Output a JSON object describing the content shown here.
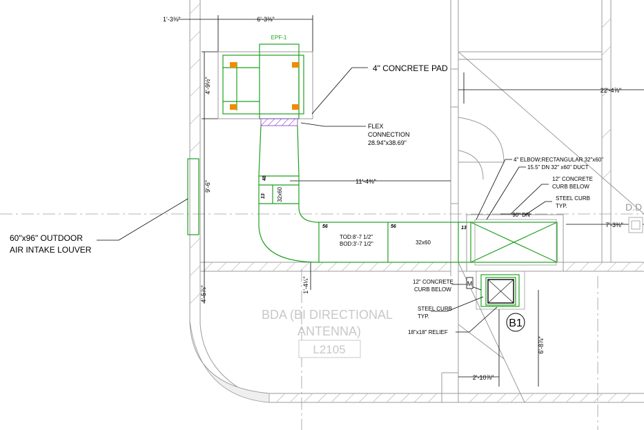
{
  "colors": {
    "duct": "#1ea01e",
    "wall": "#9a9a9a",
    "text": "#000000",
    "room_label": "#c8c8c8",
    "equipment_orange": "#f08c00",
    "flex": "#9b59d0"
  },
  "dimensions": {
    "top_left": "1'-3⅜\"",
    "top_width": "6'-3⅜\"",
    "left_vertical_upper": "4'-9½\"",
    "left_vertical_middle": "9'-6\"",
    "left_vertical_lower": "4'-5⅞\"",
    "duct_horizontal": "11'-4⅜\"",
    "right_upper": "22'-4⅞\"",
    "right_middle": "7'-3⅜\"",
    "lower_center": "1'-4¼\"",
    "bottom_right": "2'-10⅞\"",
    "right_vertical": "6'-8⅞\""
  },
  "equipment": {
    "tag": "EPF-1"
  },
  "labels": {
    "concrete_pad": "4\" CONCRETE PAD",
    "flex_line1": "FLEX",
    "flex_line2": "CONNECTION",
    "flex_line3": "28.94\"x38.69\"",
    "louver_line1": "60\"x96\" OUTDOOR",
    "louver_line2": "AIR INTAKE LOUVER",
    "elbow_line1": "4\" ELBOW;RECTANGULAR 32\"x60\"",
    "elbow_line2": "15.5\" DN 32\" x60\" DUCT",
    "curb_right_line1": "12\" CONCRETE",
    "curb_right_line2": "CURB BELOW",
    "steel_curb_right_line1": "STEEL CURB",
    "steel_curb_right_line2": "TYP.",
    "dn_90": "90\" DN",
    "curb_lower_line1": "12\" CONCRETE",
    "curb_lower_line2": "CURB BELOW",
    "steel_curb_lower_line1": "STEEL CURB",
    "steel_curb_lower_line2": "TYP.",
    "relief": "18\"x18\" RELIEF",
    "dd": "D.D"
  },
  "duct_labels": {
    "size_32x60_vertical": "32x60",
    "num_48": "48",
    "num_13_left": "13",
    "num_56_a": "56",
    "tod": "TOD:8'-7 1/2\"",
    "bod": "BOD:3'-7 1/2\"",
    "num_56_b": "56",
    "size_32x60_horizontal": "32x60",
    "num_13_right": "13"
  },
  "room": {
    "name_line1": "BDA (BI DIRECTIONAL",
    "name_line2": "ANTENNA)",
    "number": "L2105"
  },
  "marker": {
    "label": "B1"
  },
  "side_marker": {
    "label": "M"
  }
}
